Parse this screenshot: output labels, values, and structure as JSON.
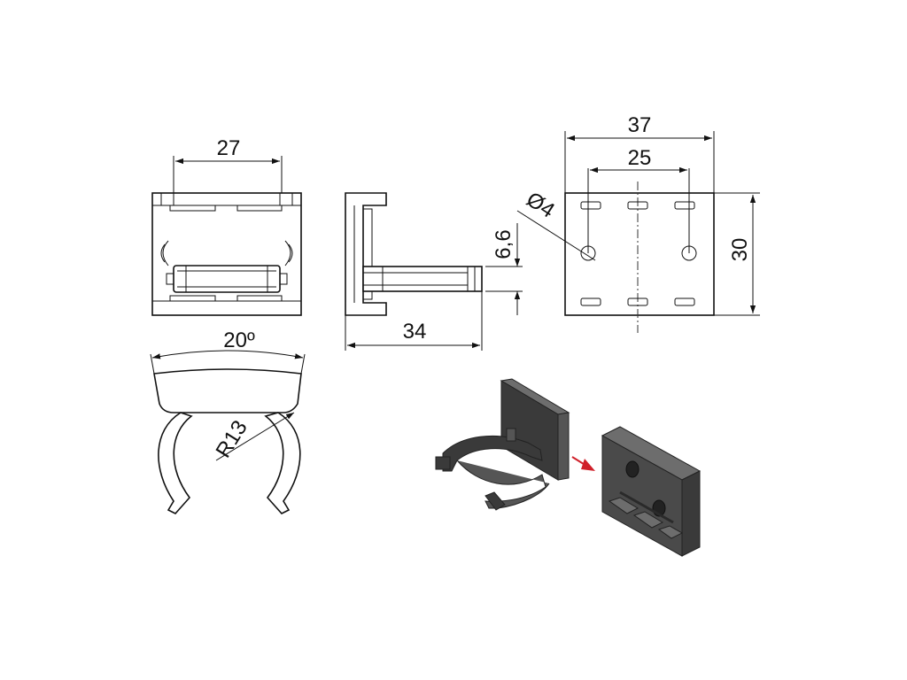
{
  "dimensions": {
    "front_width": "27",
    "side_depth": "34",
    "back_width": "37",
    "hole_spacing": "25",
    "back_height": "30",
    "hole_diameter": "Ø4",
    "hole_offset": "6,6",
    "clip_angle": "20º",
    "clip_radius": "R13"
  },
  "colors": {
    "line": "#111111",
    "part_dark": "#3a3a3a",
    "part_face": "#555555",
    "part_light": "#6d6d6d",
    "arrow": "#d0202a"
  },
  "icons": {
    "assembly_arrow": "red-arrow-icon"
  }
}
